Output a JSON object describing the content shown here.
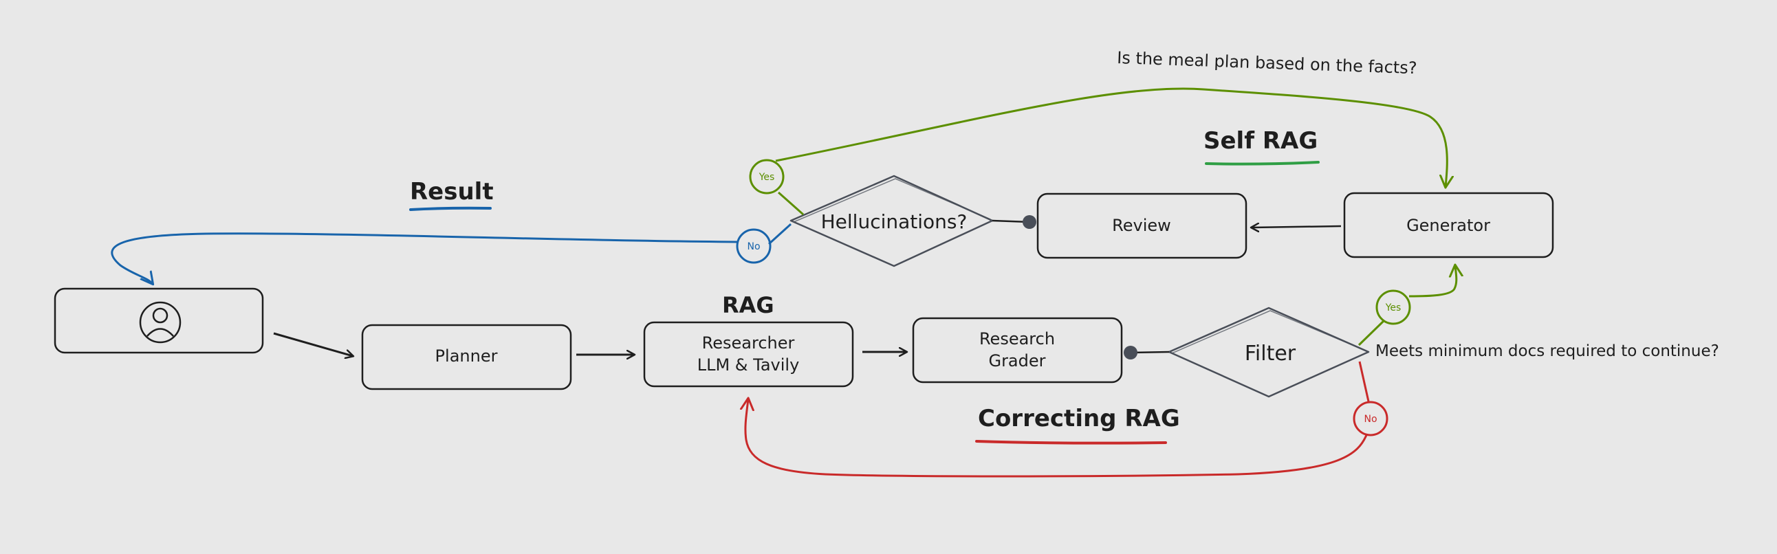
{
  "colors": {
    "background": "#e8e8e8",
    "ink": "#1e1e1e",
    "diamond_ink": "#494e58",
    "result_blue": "#1864ab",
    "self_rag_green": "#2f9e44",
    "yes_green": "#5c8f00",
    "correcting_red": "#c92a2a"
  },
  "headings": {
    "result": "Result",
    "self_rag": "Self RAG",
    "rag": "RAG",
    "correcting_rag": "Correcting RAG"
  },
  "nodes": {
    "user_icon": "user-circle-icon",
    "planner": "Planner",
    "researcher_line1": "Researcher",
    "researcher_line2": "LLM & Tavily",
    "research_grader_line1": "Research",
    "research_grader_line2": "Grader",
    "filter": "Filter",
    "generator": "Generator",
    "review": "Review",
    "hallucinations": "Hellucinations?"
  },
  "badges": {
    "hallucination_yes": "Yes",
    "hallucination_no": "No",
    "filter_yes": "Yes",
    "filter_no": "No"
  },
  "notes": {
    "meal_plan_question": "Is the meal plan based on the facts?",
    "min_docs_question": "Meets minimum docs required to continue?"
  }
}
